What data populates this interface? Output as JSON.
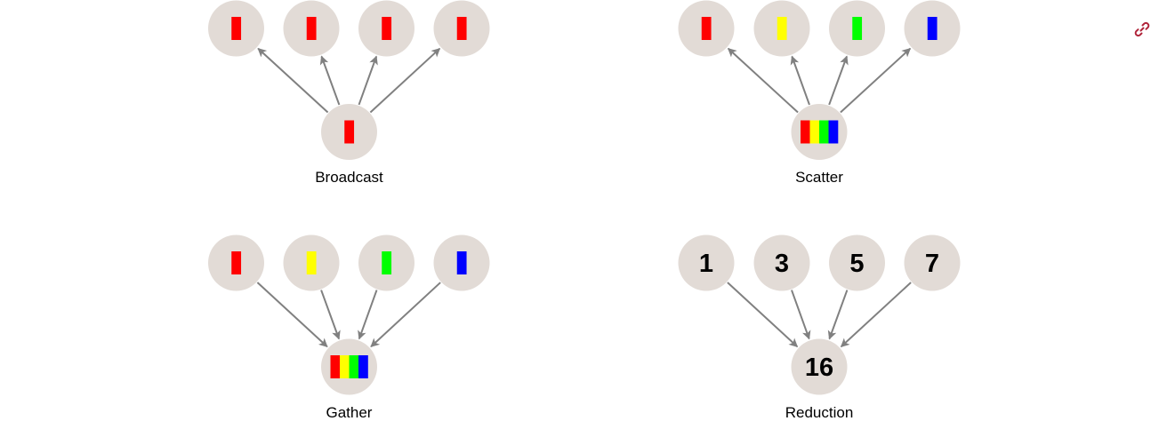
{
  "colors": {
    "node_fill": "#e2dbd6",
    "edge": "#808080",
    "link_icon": "#b0243a",
    "red": "#ff0000",
    "yellow": "#ffff00",
    "green": "#00ff00",
    "blue": "#0000ff"
  },
  "link_icon": "link-icon",
  "panels": [
    {
      "id": "broadcast",
      "label": "Broadcast",
      "direction": "out",
      "hub": {
        "type": "blocks",
        "blocks": [
          "red"
        ]
      },
      "leaves": [
        {
          "type": "blocks",
          "blocks": [
            "red"
          ]
        },
        {
          "type": "blocks",
          "blocks": [
            "red"
          ]
        },
        {
          "type": "blocks",
          "blocks": [
            "red"
          ]
        },
        {
          "type": "blocks",
          "blocks": [
            "red"
          ]
        }
      ]
    },
    {
      "id": "scatter",
      "label": "Scatter",
      "direction": "out",
      "hub": {
        "type": "blocks",
        "blocks": [
          "red",
          "yellow",
          "green",
          "blue"
        ]
      },
      "leaves": [
        {
          "type": "blocks",
          "blocks": [
            "red"
          ]
        },
        {
          "type": "blocks",
          "blocks": [
            "yellow"
          ]
        },
        {
          "type": "blocks",
          "blocks": [
            "green"
          ]
        },
        {
          "type": "blocks",
          "blocks": [
            "blue"
          ]
        }
      ]
    },
    {
      "id": "gather",
      "label": "Gather",
      "direction": "in",
      "hub": {
        "type": "blocks",
        "blocks": [
          "red",
          "yellow",
          "green",
          "blue"
        ]
      },
      "leaves": [
        {
          "type": "blocks",
          "blocks": [
            "red"
          ]
        },
        {
          "type": "blocks",
          "blocks": [
            "yellow"
          ]
        },
        {
          "type": "blocks",
          "blocks": [
            "green"
          ]
        },
        {
          "type": "blocks",
          "blocks": [
            "blue"
          ]
        }
      ]
    },
    {
      "id": "reduction",
      "label": "Reduction",
      "direction": "in",
      "hub": {
        "type": "number",
        "value": "16"
      },
      "leaves": [
        {
          "type": "number",
          "value": "1"
        },
        {
          "type": "number",
          "value": "3"
        },
        {
          "type": "number",
          "value": "5"
        },
        {
          "type": "number",
          "value": "7"
        }
      ]
    }
  ]
}
